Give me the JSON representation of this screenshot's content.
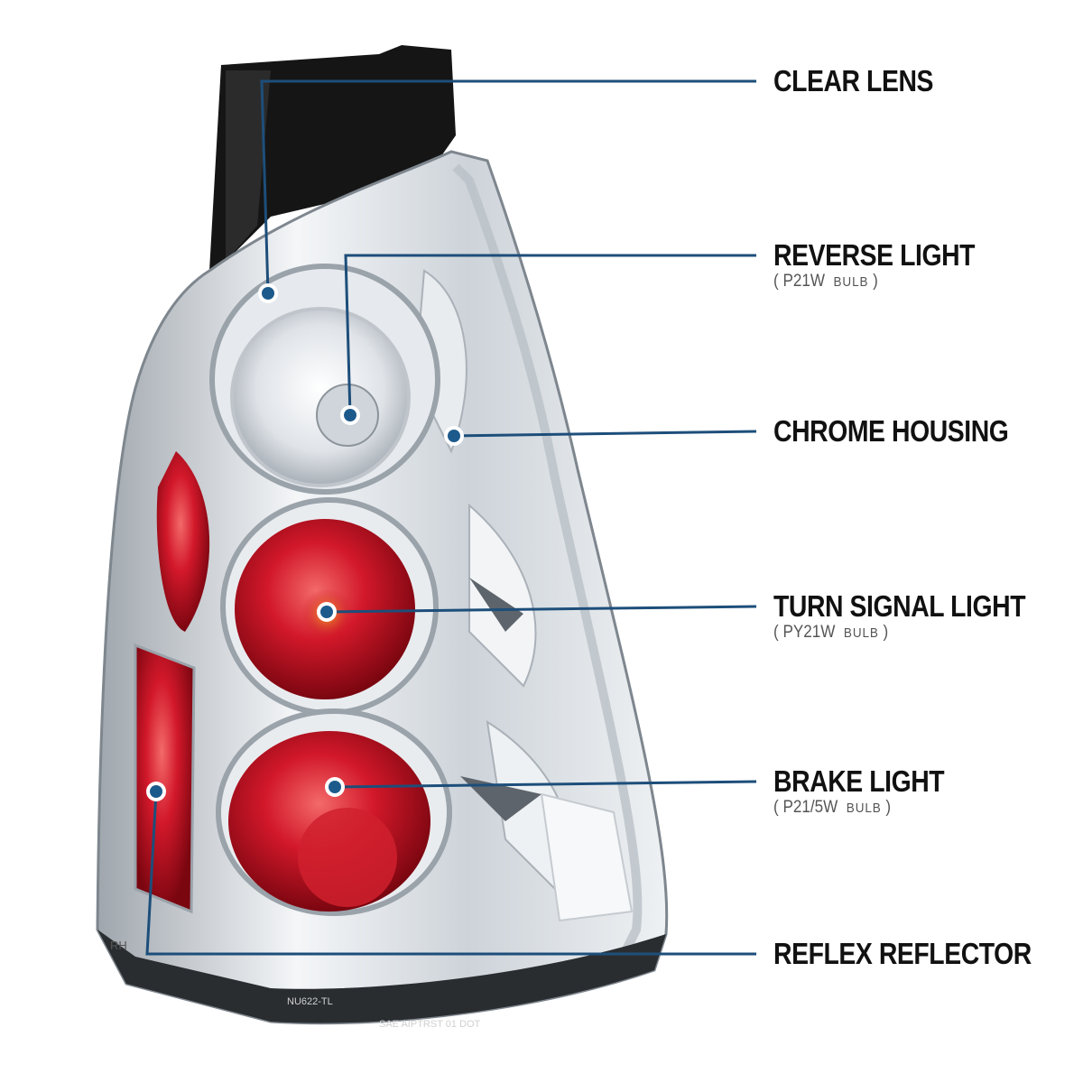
{
  "colors": {
    "callout_line": "#1d4e7a",
    "callout_dot": "#1d5a8c",
    "lens_red": "#c8101e",
    "lens_red_dark": "#7a0610",
    "chrome": "#d8dde2",
    "housing_black": "#151515"
  },
  "callouts": [
    {
      "id": "clear-lens",
      "label": "CLEAR LENS",
      "sub": null
    },
    {
      "id": "reverse-light",
      "label": "REVERSE LIGHT",
      "sub": {
        "open": "( ",
        "bulb": "P21W",
        "word": "BULB",
        "close": " )"
      }
    },
    {
      "id": "chrome-housing",
      "label": "CHROME HOUSING",
      "sub": null
    },
    {
      "id": "turn-signal-light",
      "label": "TURN SIGNAL LIGHT",
      "sub": {
        "open": "( ",
        "bulb": "PY21W",
        "word": "BULB",
        "close": " )"
      }
    },
    {
      "id": "brake-light",
      "label": "BRAKE LIGHT",
      "sub": {
        "open": "( ",
        "bulb": "P21/5W",
        "word": "BULB",
        "close": " )"
      }
    },
    {
      "id": "reflex-reflector",
      "label": "REFLEX REFLECTOR",
      "sub": null
    }
  ],
  "product": {
    "side_mark": "RH",
    "lens_marks": [
      "NU622-TL",
      "SAE AIPTRST 01 DOT"
    ]
  }
}
